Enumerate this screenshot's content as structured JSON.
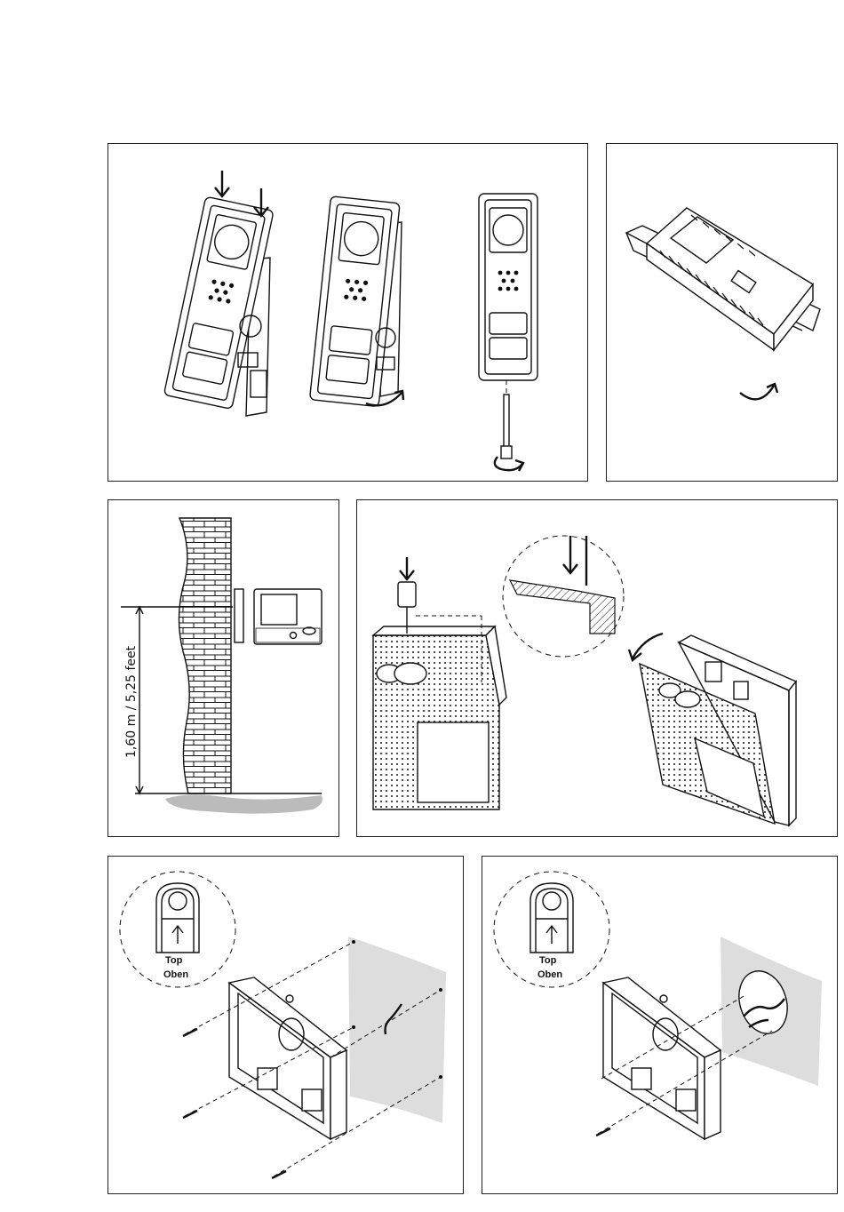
{
  "height_label": "1,60 m / 5,25 feet",
  "orientation_labels": {
    "top": "Top",
    "oben": "Oben"
  }
}
